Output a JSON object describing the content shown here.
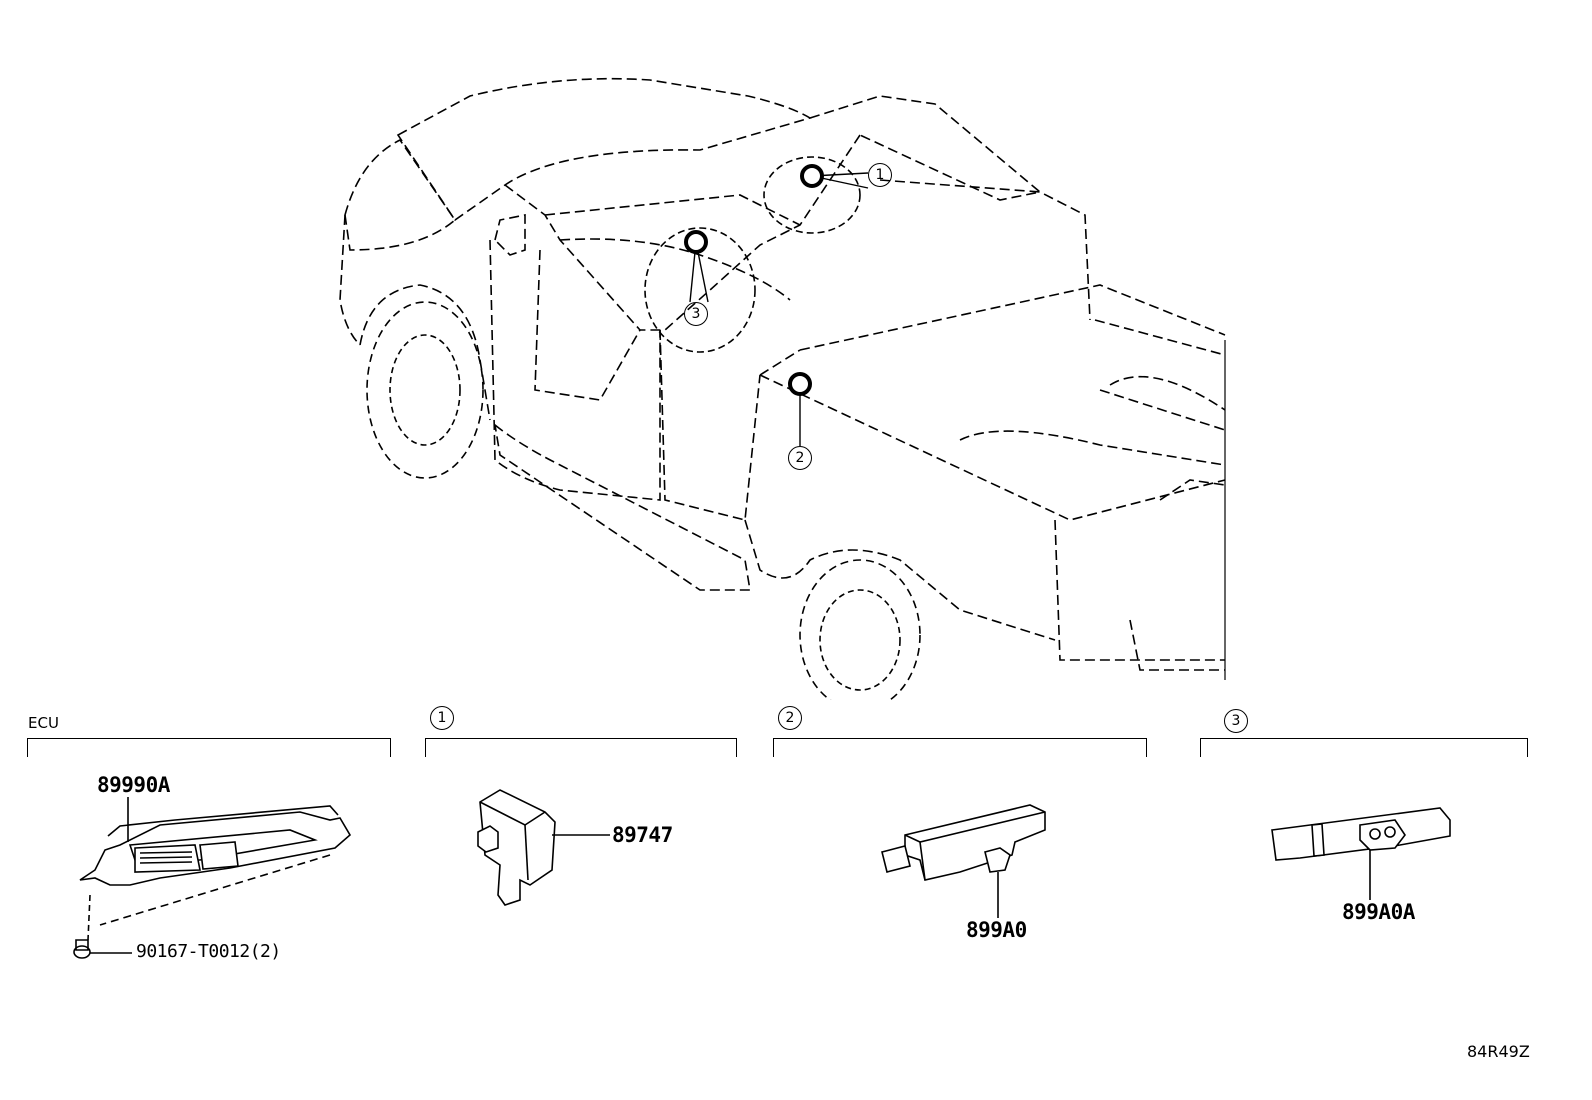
{
  "sections": [
    {
      "id": "ecu",
      "title": "ECU",
      "parts": [
        "89990A",
        "90167-T0012(2)"
      ]
    },
    {
      "id": "1",
      "title": "1",
      "parts": [
        "89747"
      ]
    },
    {
      "id": "2",
      "title": "2",
      "parts": [
        "899A0"
      ]
    },
    {
      "id": "3",
      "title": "3",
      "parts": [
        "899A0A"
      ]
    }
  ],
  "callouts": [
    "1",
    "2",
    "3"
  ],
  "diagram_code": "84R49Z"
}
